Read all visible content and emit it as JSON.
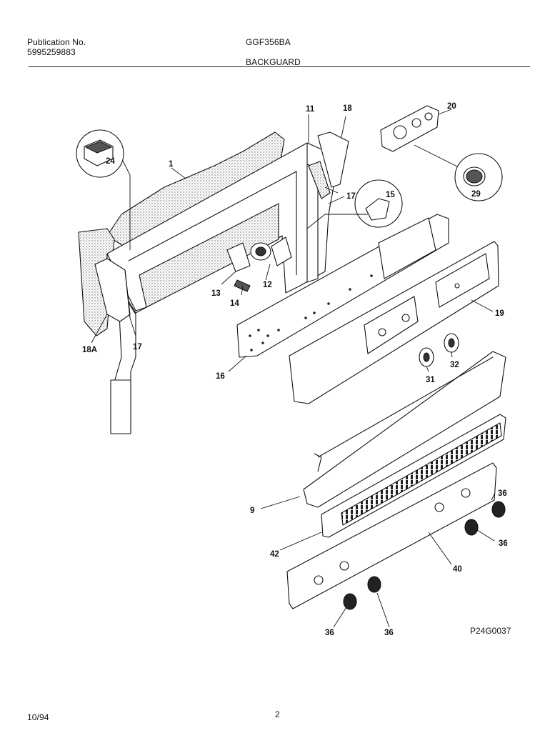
{
  "header": {
    "publication_label": "Publication No.",
    "publication_number": "5995259883",
    "model": "GGF356BA",
    "section": "BACKGUARD"
  },
  "callouts": {
    "c1": "1",
    "c9": "9",
    "c11": "11",
    "c12": "12",
    "c13": "13",
    "c14": "14",
    "c15": "15",
    "c16": "16",
    "c17a": "17",
    "c17b": "17",
    "c18": "18",
    "c18a": "18A",
    "c19": "19",
    "c20": "20",
    "c24": "24",
    "c29": "29",
    "c31": "31",
    "c32": "32",
    "c36a": "36",
    "c36b": "36",
    "c36c": "36",
    "c36d": "36",
    "c40": "40",
    "c42": "42"
  },
  "diagram_code": "P24G0037",
  "footer": {
    "date": "10/94",
    "page": "2"
  }
}
